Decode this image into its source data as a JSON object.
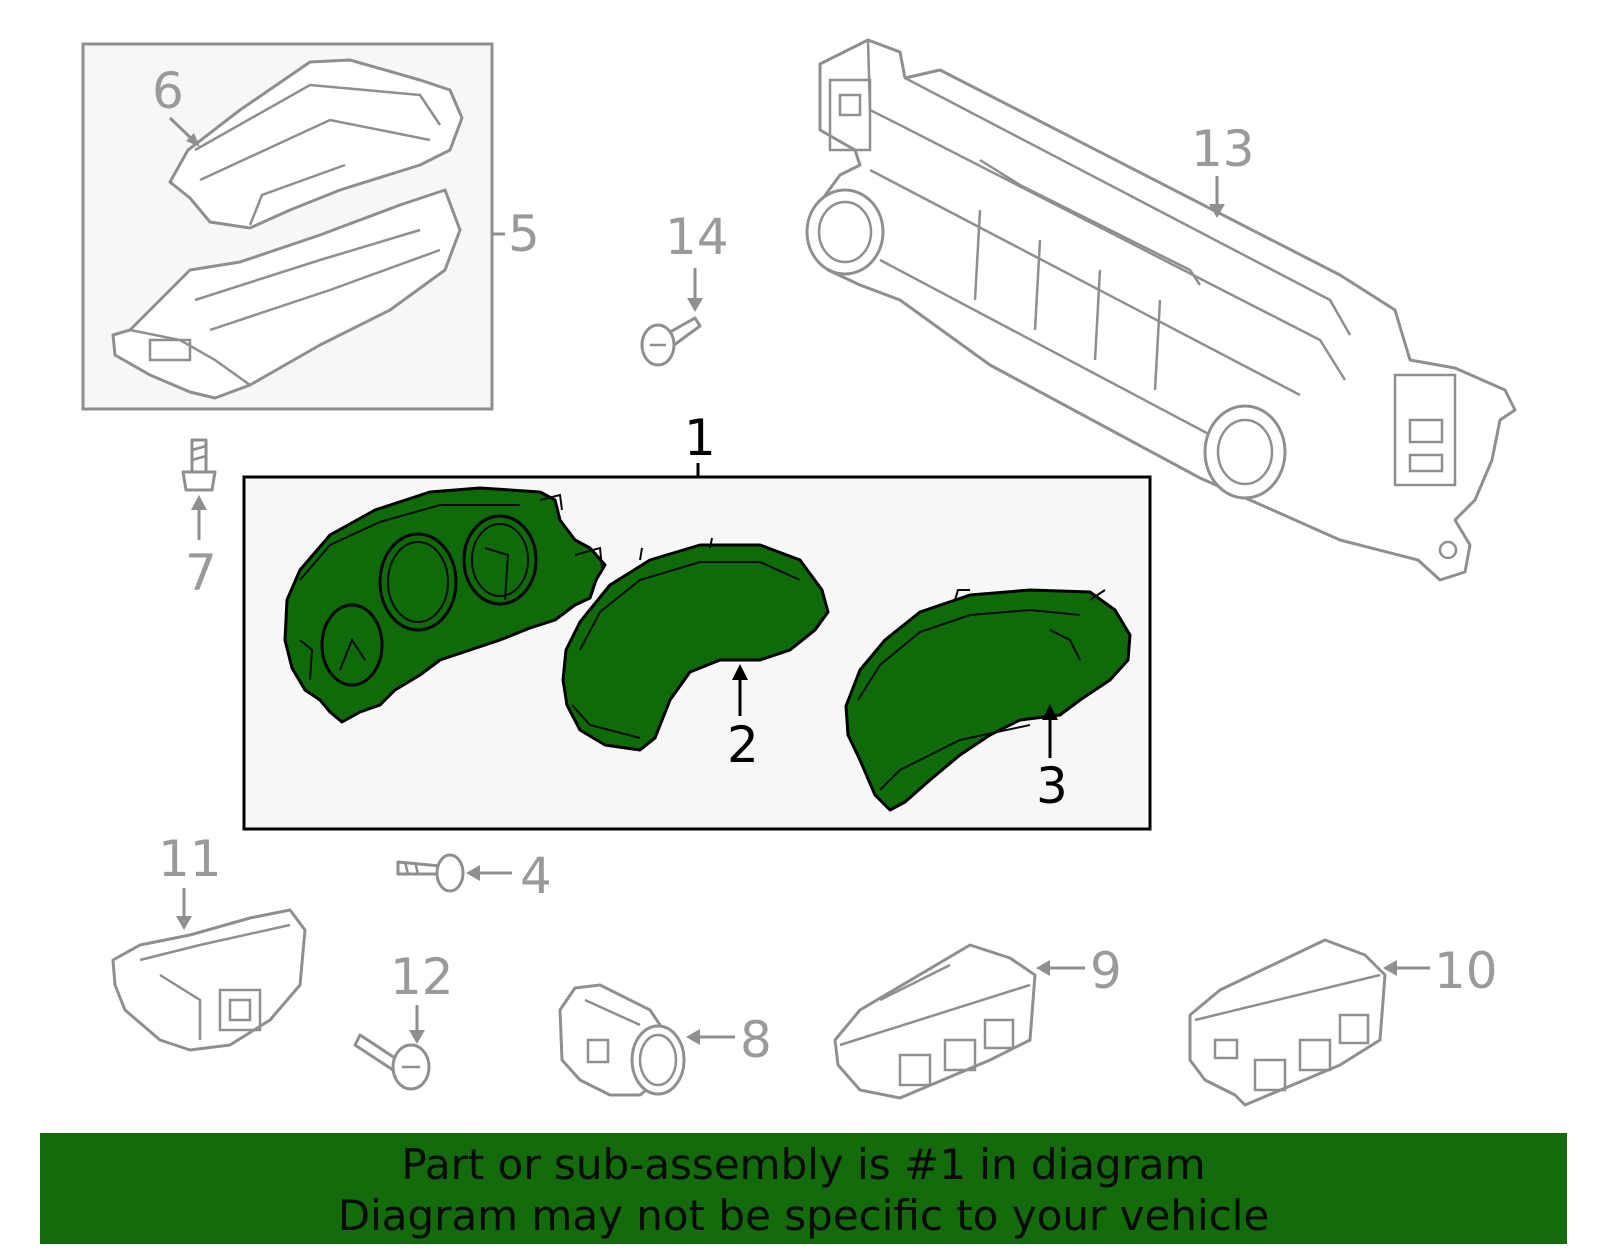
{
  "callouts": {
    "c1": "1",
    "c2": "2",
    "c3": "3",
    "c4": "4",
    "c5": "5",
    "c6": "6",
    "c7": "7",
    "c8": "8",
    "c9": "9",
    "c10": "10",
    "c11": "11",
    "c12": "12",
    "c13": "13",
    "c14": "14"
  },
  "banner": {
    "line1": "Part or sub-assembly is #1 in diagram",
    "line2": "Diagram may not be specific to your vehicle"
  },
  "colors": {
    "highlight_green": "#0f6b0a",
    "banner_green": "#136b0b",
    "other_parts_grey": "#8f8f8f",
    "inset_background": "#f7f7f7"
  }
}
